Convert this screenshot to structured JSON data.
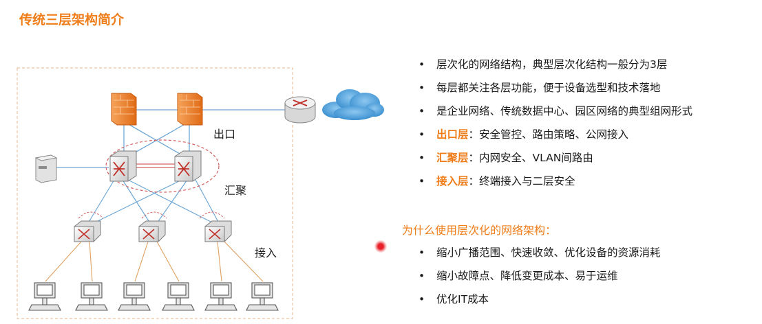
{
  "title": "传统三层架构简介",
  "labels": {
    "exit": "出口",
    "aggregation": "汇聚",
    "access": "接入"
  },
  "bullets": [
    {
      "highlight": "",
      "text": "层次化的网络结构，典型层次化结构一般分为3层"
    },
    {
      "highlight": "",
      "text": "每层都关注各层功能，便于设备选型和技术落地"
    },
    {
      "highlight": "",
      "text": "是企业网络、传统数据中心、园区网络的典型组网形式"
    },
    {
      "highlight": "出口层",
      "text": "：安全管控、路由策略、公网接入"
    },
    {
      "highlight": "汇聚层",
      "text": "：内网安全、VLAN间路由"
    },
    {
      "highlight": "接入层",
      "text": "：终端接入与二层安全"
    }
  ],
  "why_title": "为什么使用层次化的网络架构：",
  "why_bullets": [
    "缩小广播范围、快速收敛、优化设备的资源消耗",
    "缩小故障点、降低变更成本、易于运维",
    "优化IT成本"
  ],
  "colors": {
    "accent": "#ef7d1a",
    "link": "#6fa8d6",
    "pc_link": "#e0a060",
    "frame": "#e4b48a",
    "pointer": "#e8202a"
  },
  "icons": [
    "firewall-icon",
    "router-icon",
    "cloud-icon",
    "server-icon",
    "core-switch-icon",
    "access-switch-icon",
    "pc-icon"
  ]
}
